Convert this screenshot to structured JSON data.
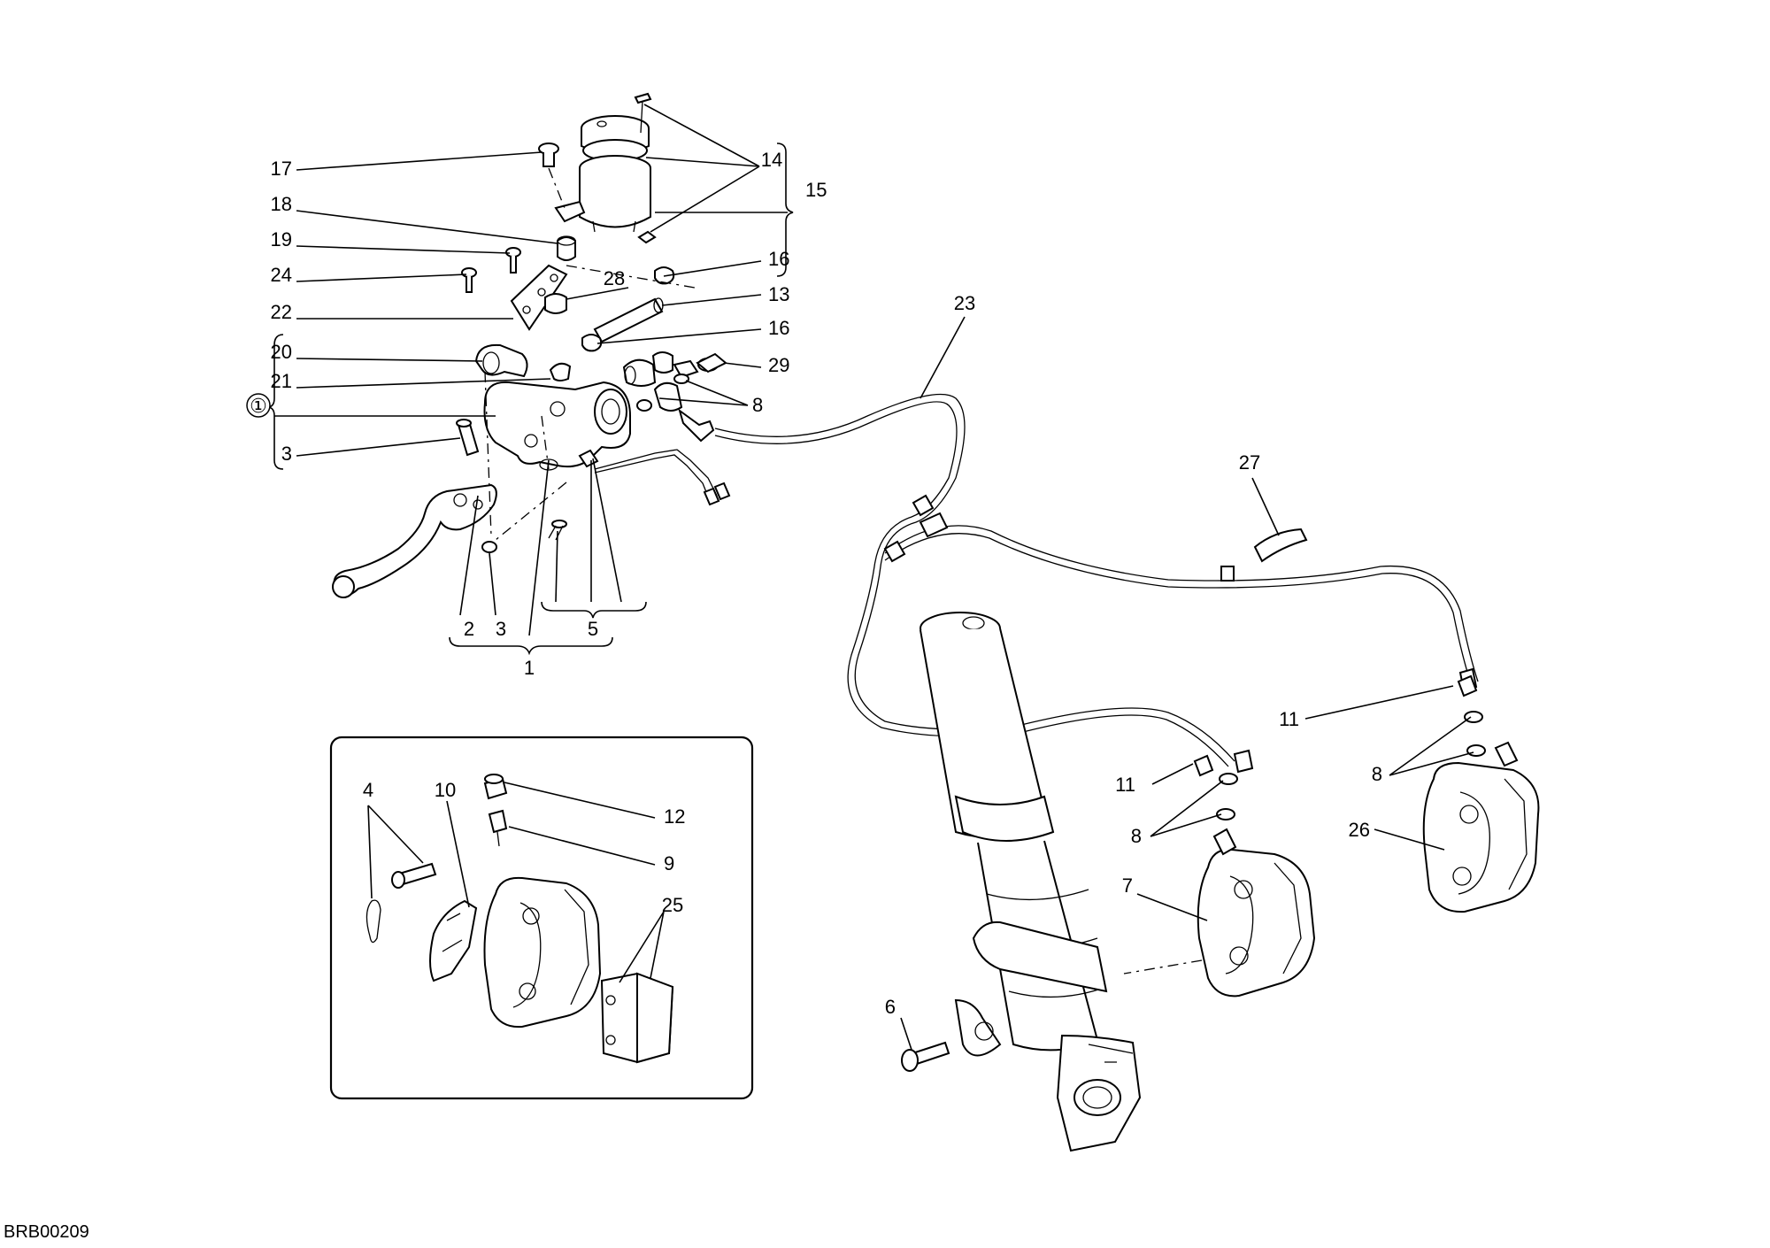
{
  "diagram": {
    "code": "BRB00209",
    "group_marker": "①",
    "callouts": {
      "c1": "1",
      "c2": "2",
      "c3a": "3",
      "c3b": "3",
      "c5": "5",
      "c4": "4",
      "c6": "6",
      "c7": "7",
      "c8a": "8",
      "c8b": "8",
      "c8c": "8",
      "c9": "9",
      "c10": "10",
      "c11a": "11",
      "c11b": "11",
      "c12": "12",
      "c13": "13",
      "c14": "14",
      "c15": "15",
      "c16a": "16",
      "c16b": "16",
      "c17": "17",
      "c18": "18",
      "c19": "19",
      "c20": "20",
      "c21": "21",
      "c22": "22",
      "c23": "23",
      "c24": "24",
      "c25": "25",
      "c26": "26",
      "c27": "27",
      "c28": "28",
      "c29": "29"
    }
  }
}
